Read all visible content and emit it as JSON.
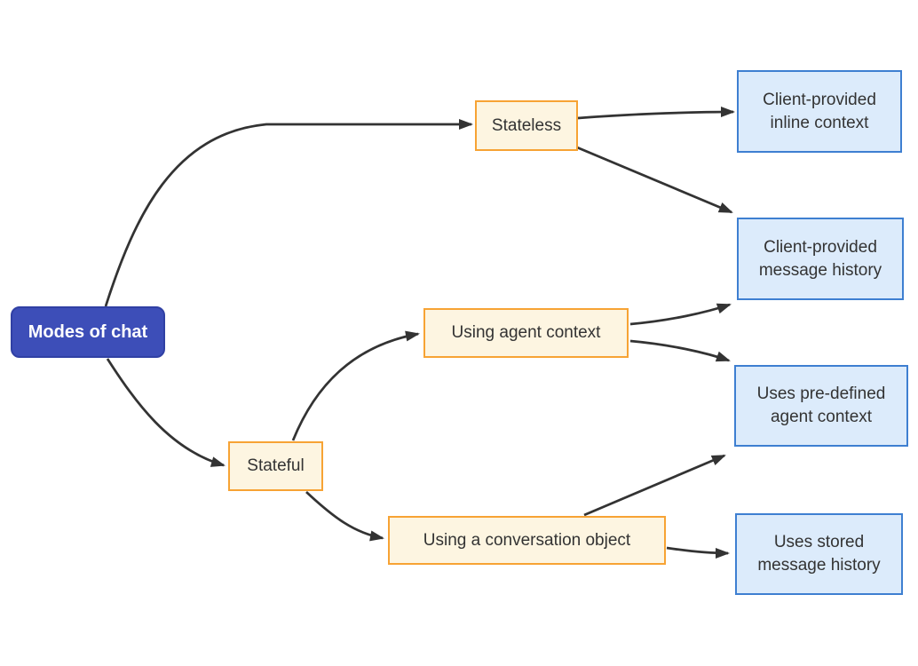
{
  "diagram": {
    "type": "flowchart",
    "direction": "left-to-right",
    "title": "Modes of chat",
    "nodes": {
      "root": {
        "label": "Modes of chat",
        "style": "primary"
      },
      "stateless": {
        "label": "Stateless",
        "style": "warm"
      },
      "stateful": {
        "label": "Stateful",
        "style": "warm"
      },
      "agent_context": {
        "label": "Using agent context",
        "style": "warm"
      },
      "conversation_object": {
        "label": "Using a conversation object",
        "style": "warm"
      },
      "inline_context": {
        "label": "Client-provided inline context",
        "lines": [
          "Client-provided",
          "inline context"
        ],
        "style": "cool"
      },
      "message_history": {
        "label": "Client-provided message history",
        "lines": [
          "Client-provided",
          "message history"
        ],
        "style": "cool"
      },
      "predefined_context": {
        "label": "Uses pre-defined agent context",
        "lines": [
          "Uses pre-defined",
          "agent context"
        ],
        "style": "cool"
      },
      "stored_history": {
        "label": "Uses stored message history",
        "lines": [
          "Uses stored",
          "message history"
        ],
        "style": "cool"
      }
    },
    "edges": [
      {
        "from": "root",
        "to": "stateless"
      },
      {
        "from": "root",
        "to": "stateful"
      },
      {
        "from": "stateless",
        "to": "inline_context"
      },
      {
        "from": "stateless",
        "to": "message_history"
      },
      {
        "from": "stateful",
        "to": "agent_context"
      },
      {
        "from": "stateful",
        "to": "conversation_object"
      },
      {
        "from": "agent_context",
        "to": "message_history"
      },
      {
        "from": "agent_context",
        "to": "predefined_context"
      },
      {
        "from": "conversation_object",
        "to": "predefined_context"
      },
      {
        "from": "conversation_object",
        "to": "stored_history"
      }
    ],
    "colors": {
      "primary_fill": "#3d4eb8",
      "primary_border": "#3040a4",
      "primary_text": "#ffffff",
      "warm_fill": "#fdf5e1",
      "warm_border": "#f7a334",
      "cool_fill": "#dcebfb",
      "cool_border": "#3e7fd1",
      "edge": "#333333",
      "text": "#333333",
      "background": "#ffffff"
    }
  }
}
